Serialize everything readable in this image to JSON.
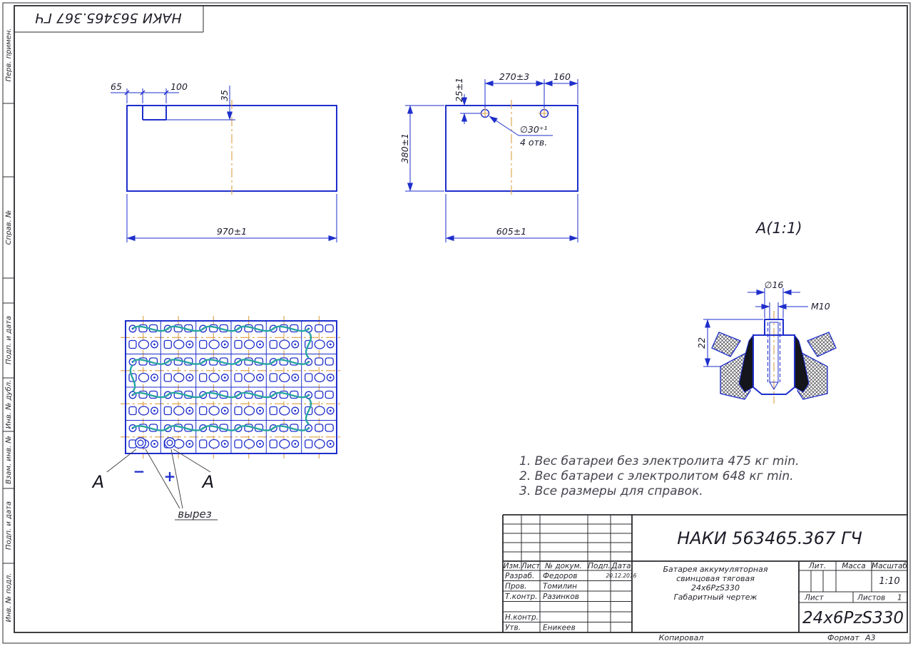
{
  "page": {
    "stamp_top": "НАКИ 563465.367 ГЧ",
    "copied": "Копировал",
    "format_label": "Формат",
    "format_value": "А3"
  },
  "margin": {
    "perv": "Перв. примен.",
    "sprav": "Справ. №",
    "podp_data_1": "Подп. и дата",
    "inv_dubl": "Инв. № дубл.",
    "vzam_inv": "Взам. инв. №",
    "podp_data_2": "Подп. и дата",
    "inv_podl": "Инв. № подл."
  },
  "view_front": {
    "dim_65": "65",
    "dim_100": "100",
    "dim_35": "35",
    "dim_970": "970±1"
  },
  "view_side": {
    "dim_270": "270±3",
    "dim_160": "160",
    "dim_25": "25±1",
    "dim_380": "380±1",
    "dim_605": "605±1",
    "hole_dia": "∅30⁺¹",
    "hole_qty": "4 отв."
  },
  "detail_a": {
    "title": "А(1:1)",
    "dim_16": "∅16",
    "thread": "M10",
    "dim_22": "22"
  },
  "plan": {
    "section_left": "А",
    "section_right": "А",
    "minus": "−",
    "plus": "+",
    "cutout": "вырез"
  },
  "notes": {
    "line1": "1. Вес батареи без электролита 475 кг min.",
    "line2": "2. Вес батареи с электролитом 648 кг min.",
    "line3": "3. Все размеры для справок."
  },
  "titleblock": {
    "doc_number": "НАКИ 563465.367 ГЧ",
    "col_izm": "Изм.",
    "col_list": "Лист",
    "col_doc": "№ докум.",
    "col_podp": "Подп.",
    "col_data": "Дата",
    "rows": {
      "razrab": "Разраб.",
      "razrab_name": "Федоров",
      "date": "20.12.2016",
      "prov": "Пров.",
      "prov_name": "Томилин",
      "tkontr": "Т.контр.",
      "tkontr_name": "Разинков",
      "nkontr": "Н.контр.",
      "utv": "Утв.",
      "utv_name": "Еникеев"
    },
    "title_line1": "Батарея аккумуляторная",
    "title_line2": "свинцовая тяговая",
    "title_line3": "24х6PzS330",
    "title_line4": "Габаритный чертеж",
    "lit": "Лит.",
    "massa": "Масса",
    "masshtab": "Масштаб",
    "scale": "1:10",
    "list": "Лист",
    "listov": "Листов",
    "listov_value": "1",
    "code": "24х6PzS330"
  }
}
